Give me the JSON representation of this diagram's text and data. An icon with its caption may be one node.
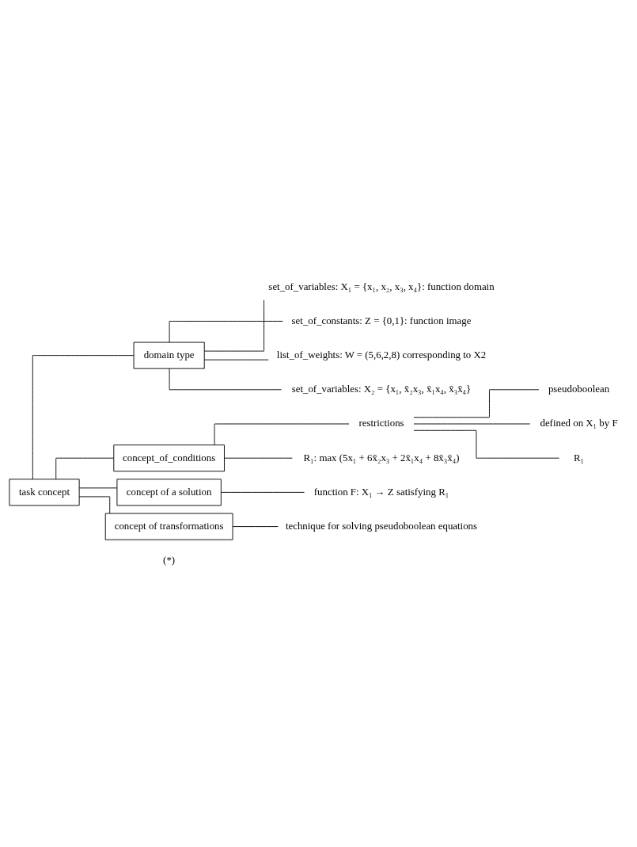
{
  "diagram": {
    "nodes": [
      {
        "text": [
          "task concept"
        ]
      },
      {
        "text": [
          "domain type"
        ]
      },
      {
        "text": [
          "set_of_variables: X₁ = {x₁, x₂, x₃, x₄}: function domain"
        ]
      },
      {
        "text": [
          "set_of_constants: Z = {0,1}: function image"
        ]
      },
      {
        "text": [
          "list_of_weights: W = (5,6,2,8) corresponding to X2"
        ]
      },
      {
        "text": [
          "set_of_variables: X₂ = {x₁, x̄₂x₃, x̄₁x₄, x̄₃x̄₄}"
        ]
      },
      {
        "text": [
          "concept_of_conditions"
        ]
      },
      {
        "text": [
          "restrictions"
        ]
      },
      {
        "text": [
          "pseudoboolean"
        ]
      },
      {
        "text": [
          "defined on X₁ by F"
        ]
      },
      {
        "text": [
          "R₁"
        ]
      },
      {
        "text": [
          "R₁: max (5x₁ + 6x̄₂x₃ + 2x̄₁x₄ + 8x̄₃x̄₄)"
        ]
      },
      {
        "text": [
          "concept of a solution"
        ]
      },
      {
        "text": [
          "function F: X₁ → Z satisfying R₁"
        ]
      },
      {
        "text": [
          "concept of transformations"
        ]
      },
      {
        "text": [
          "technique for solving pseudoboolean equations"
        ]
      }
    ],
    "edges": [
      {
        "from": 0,
        "to": 1,
        "arrow": "none"
      },
      {
        "from": 0,
        "to": 6,
        "arrow": "none"
      },
      {
        "from": 0,
        "to": 12,
        "arrow": "none"
      },
      {
        "from": 0,
        "to": 14,
        "arrow": "none"
      },
      {
        "from": 1,
        "to": 2,
        "arrow": "none"
      },
      {
        "from": 1,
        "to": 3,
        "arrow": "none"
      },
      {
        "from": 1,
        "to": 4,
        "arrow": "none"
      },
      {
        "from": 1,
        "to": 5,
        "arrow": "none"
      },
      {
        "from": 6,
        "to": 7,
        "arrow": "none"
      },
      {
        "from": 6,
        "to": 11,
        "arrow": "none"
      },
      {
        "from": 7,
        "to": 8,
        "arrow": "none"
      },
      {
        "from": 7,
        "to": 9,
        "arrow": "none"
      },
      {
        "from": 7,
        "to": 10,
        "arrow": "none"
      },
      {
        "from": 12,
        "to": 13,
        "arrow": "none"
      },
      {
        "from": 14,
        "to": 15,
        "arrow": "none"
      }
    ],
    "labels": [
      "(*)"
    ]
  }
}
